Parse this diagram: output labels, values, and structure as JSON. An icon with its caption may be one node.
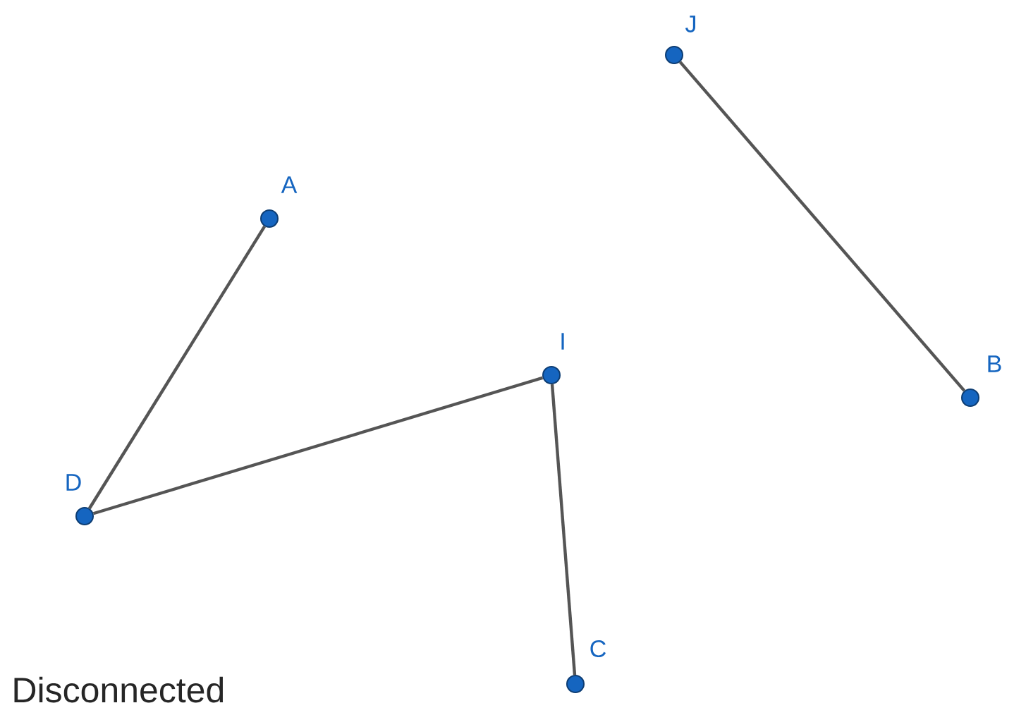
{
  "diagram": {
    "caption": "Disconnected",
    "nodes": [
      {
        "text": [
          "J"
        ]
      },
      {
        "text": [
          "A"
        ]
      },
      {
        "text": [
          "I"
        ]
      },
      {
        "text": [
          "B"
        ]
      },
      {
        "text": [
          "D"
        ]
      },
      {
        "text": [
          "C"
        ]
      }
    ],
    "edges": [
      {
        "from": 1,
        "to": 4,
        "arrow": "none"
      },
      {
        "from": 4,
        "to": 2,
        "arrow": "none"
      },
      {
        "from": 2,
        "to": 5,
        "arrow": "none"
      },
      {
        "from": 0,
        "to": 3,
        "arrow": "none"
      }
    ]
  }
}
